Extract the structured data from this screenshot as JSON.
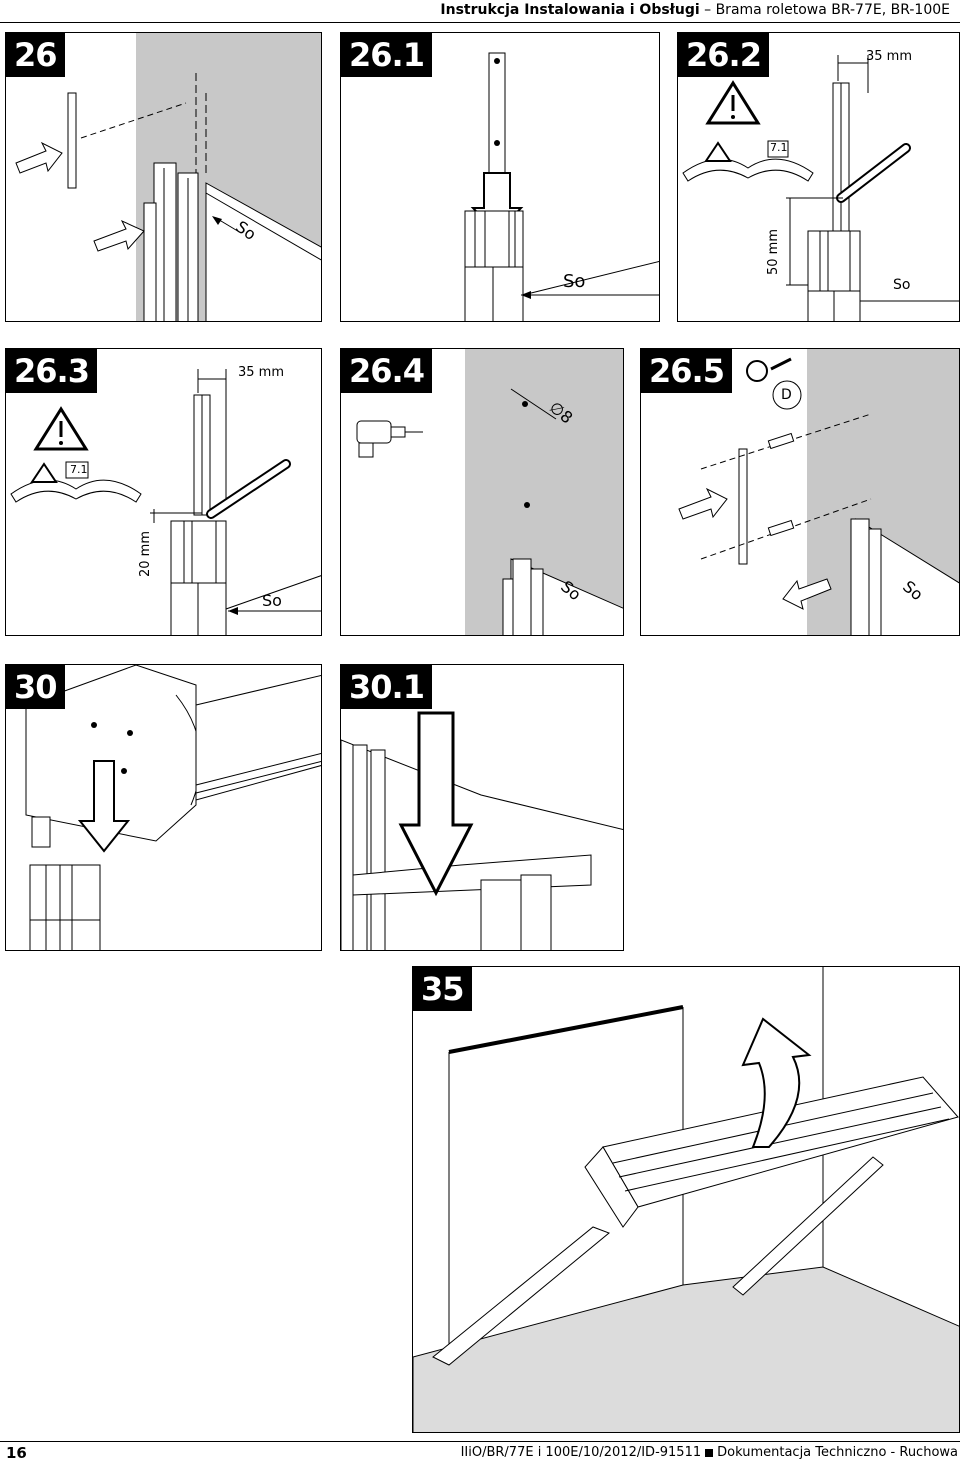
{
  "header": {
    "title": "Instrukcja Instalowania i Obsługi",
    "separator": "–",
    "subtitle": "Brama roletowa BR-77E, BR-100E"
  },
  "panels": {
    "p26": {
      "number": "26",
      "so_label": "So"
    },
    "p261": {
      "number": "26.1",
      "so_label": "So"
    },
    "p262": {
      "number": "26.2",
      "dim_top": "35 mm",
      "dim_side": "50 mm",
      "so_label": "So",
      "book_ref": "7.1"
    },
    "p263": {
      "number": "26.3",
      "dim_top": "35 mm",
      "dim_side": "20 mm",
      "so_label": "So",
      "book_ref": "7.1"
    },
    "p264": {
      "number": "26.4",
      "drill_dia": "∅8",
      "so_label": "So"
    },
    "p265": {
      "number": "26.5",
      "circle_label": "D",
      "so_label": "So"
    },
    "p30": {
      "number": "30"
    },
    "p301": {
      "number": "30.1"
    },
    "p35": {
      "number": "35"
    }
  },
  "footer": {
    "page_number": "16",
    "doc_code": "IIiO/BR/77E i 100E/10/2012/ID-91511",
    "doc_type": "Dokumentacja Techniczno - Ruchowa"
  },
  "colors": {
    "wall_gray": "#c8c8c8",
    "floor_gray": "#dcdcdc",
    "line": "#000000"
  }
}
